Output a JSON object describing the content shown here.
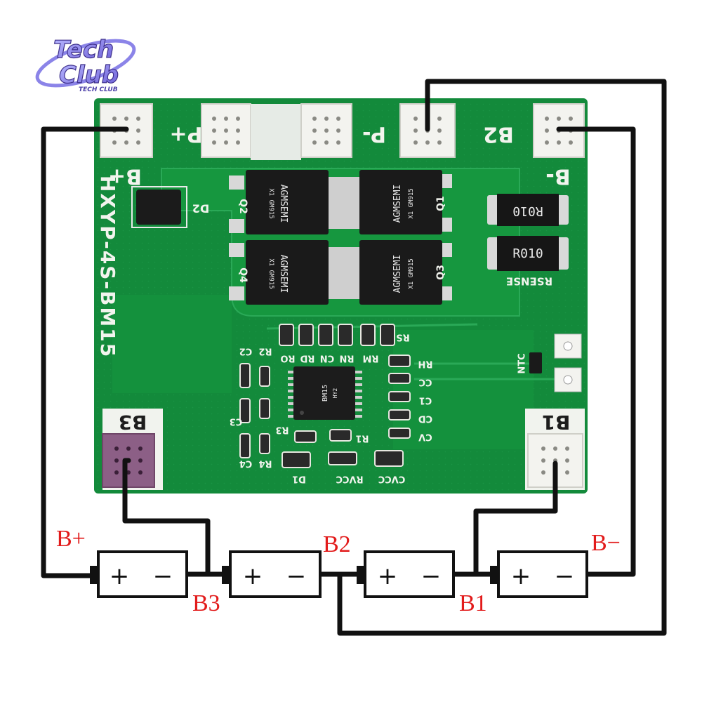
{
  "logo": {
    "line1": "Tech",
    "line2": "Club",
    "caption": "TECH CLUB"
  },
  "board": {
    "name": "HXYP-4S-BM15",
    "pads": {
      "b_plus": "B+",
      "p_plus": "P+",
      "p_minus": "P-",
      "b2": "B2",
      "b_minus": "B-",
      "b3": "B3",
      "b1": "B1"
    },
    "mosfets": {
      "q1": "Q1",
      "q2": "Q2",
      "q3": "Q3",
      "q4": "Q4",
      "marking": "AGMSEMI",
      "sub": "X1  GM915"
    },
    "diode": "D2",
    "shunt": {
      "top": "R010",
      "bottom": "R010",
      "label": "RSENSE"
    },
    "ntc": "NTC",
    "ic": {
      "marking": "BM15",
      "sub": "HY2"
    },
    "components": {
      "c2": "C2",
      "r2": "R2",
      "c3": "C3",
      "r4": "R4",
      "c4": "C4",
      "r3": "R3",
      "ro": "RO",
      "rd": "RD",
      "cn": "CN",
      "rn": "RN",
      "rm": "RM",
      "rs": "RS",
      "rh": "RH",
      "cc": "CC",
      "c1": "C1",
      "cd": "CD",
      "cv": "CV",
      "r1": "R1",
      "d1": "D1",
      "rvcc": "RVCC",
      "cvcc": "CVCC"
    }
  },
  "wiring": {
    "b_plus": "B+",
    "b_minus": "B−",
    "b1": "B1",
    "b2": "B2",
    "b3": "B3",
    "cell_plus": "+",
    "cell_minus": "−"
  }
}
